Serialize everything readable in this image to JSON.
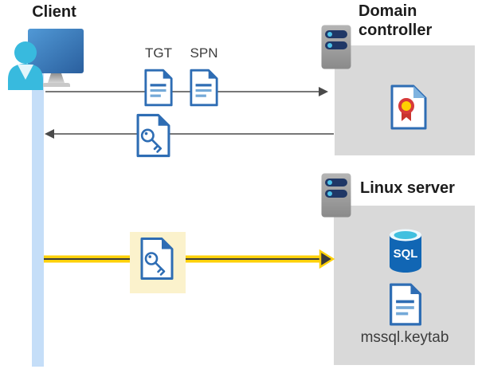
{
  "client": {
    "label": "Client"
  },
  "requests": {
    "tgt_label": "TGT",
    "spn_label": "SPN"
  },
  "domain_controller": {
    "label": "Domain controller"
  },
  "linux_server": {
    "label": "Linux server",
    "sql_label": "SQL",
    "keytab_label": "mssql.keytab"
  },
  "colors": {
    "doc_border_blue": "#2e6db4",
    "doc_line_light_blue": "#74a9d8",
    "zone_gray": "#d9d9d9",
    "arrow_gray": "#4a4a4a",
    "highlight_yellow_bg": "#fbf2cc",
    "arrow_yellow": "#ffd10a",
    "arrow_yellow_core": "#3b3b3b",
    "lifeline_blue": "#c5def8",
    "person_cyan": "#38bade",
    "monitor_blue_start": "#5199d6",
    "monitor_blue_end": "#2a5f9e",
    "server_gray_start": "#b5b5b5",
    "server_gray_end": "#8a8a8a",
    "server_pill_navy": "#1f3766",
    "server_dot_cyan": "#4cc3ea",
    "sql_body_blue": "#1166b4",
    "sql_top_cyan": "#41c0df",
    "cert_gold": "#ffd100",
    "cert_red": "#d73a3a",
    "text_dark": "#1c1c1c"
  }
}
